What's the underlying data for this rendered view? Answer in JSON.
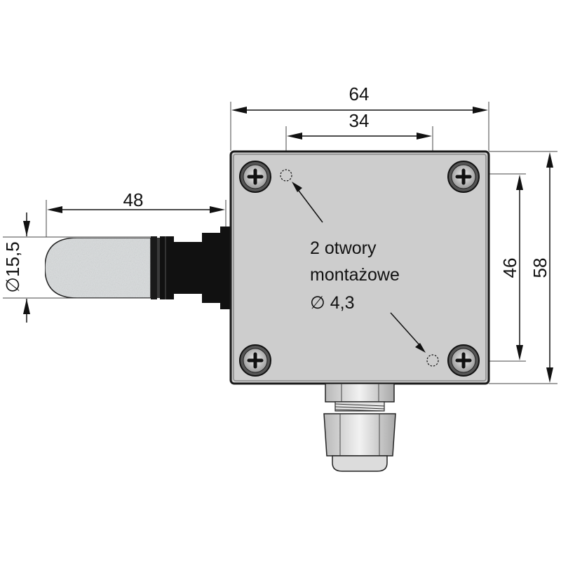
{
  "dimensions": {
    "width_total": "64",
    "hole_spacing_horizontal": "34",
    "probe_length": "48",
    "probe_diameter": "∅15,5",
    "hole_spacing_vertical": "46",
    "height_total": "58"
  },
  "note": {
    "line1": "2 otwory",
    "line2": "montażowe",
    "line3": "∅ 4,3"
  },
  "colors": {
    "enclosure": "#cdcdcd",
    "outline": "#1a1a1a",
    "probe": "#dcdfe0",
    "cable": "#111111",
    "gland": "#d6d6d6"
  }
}
